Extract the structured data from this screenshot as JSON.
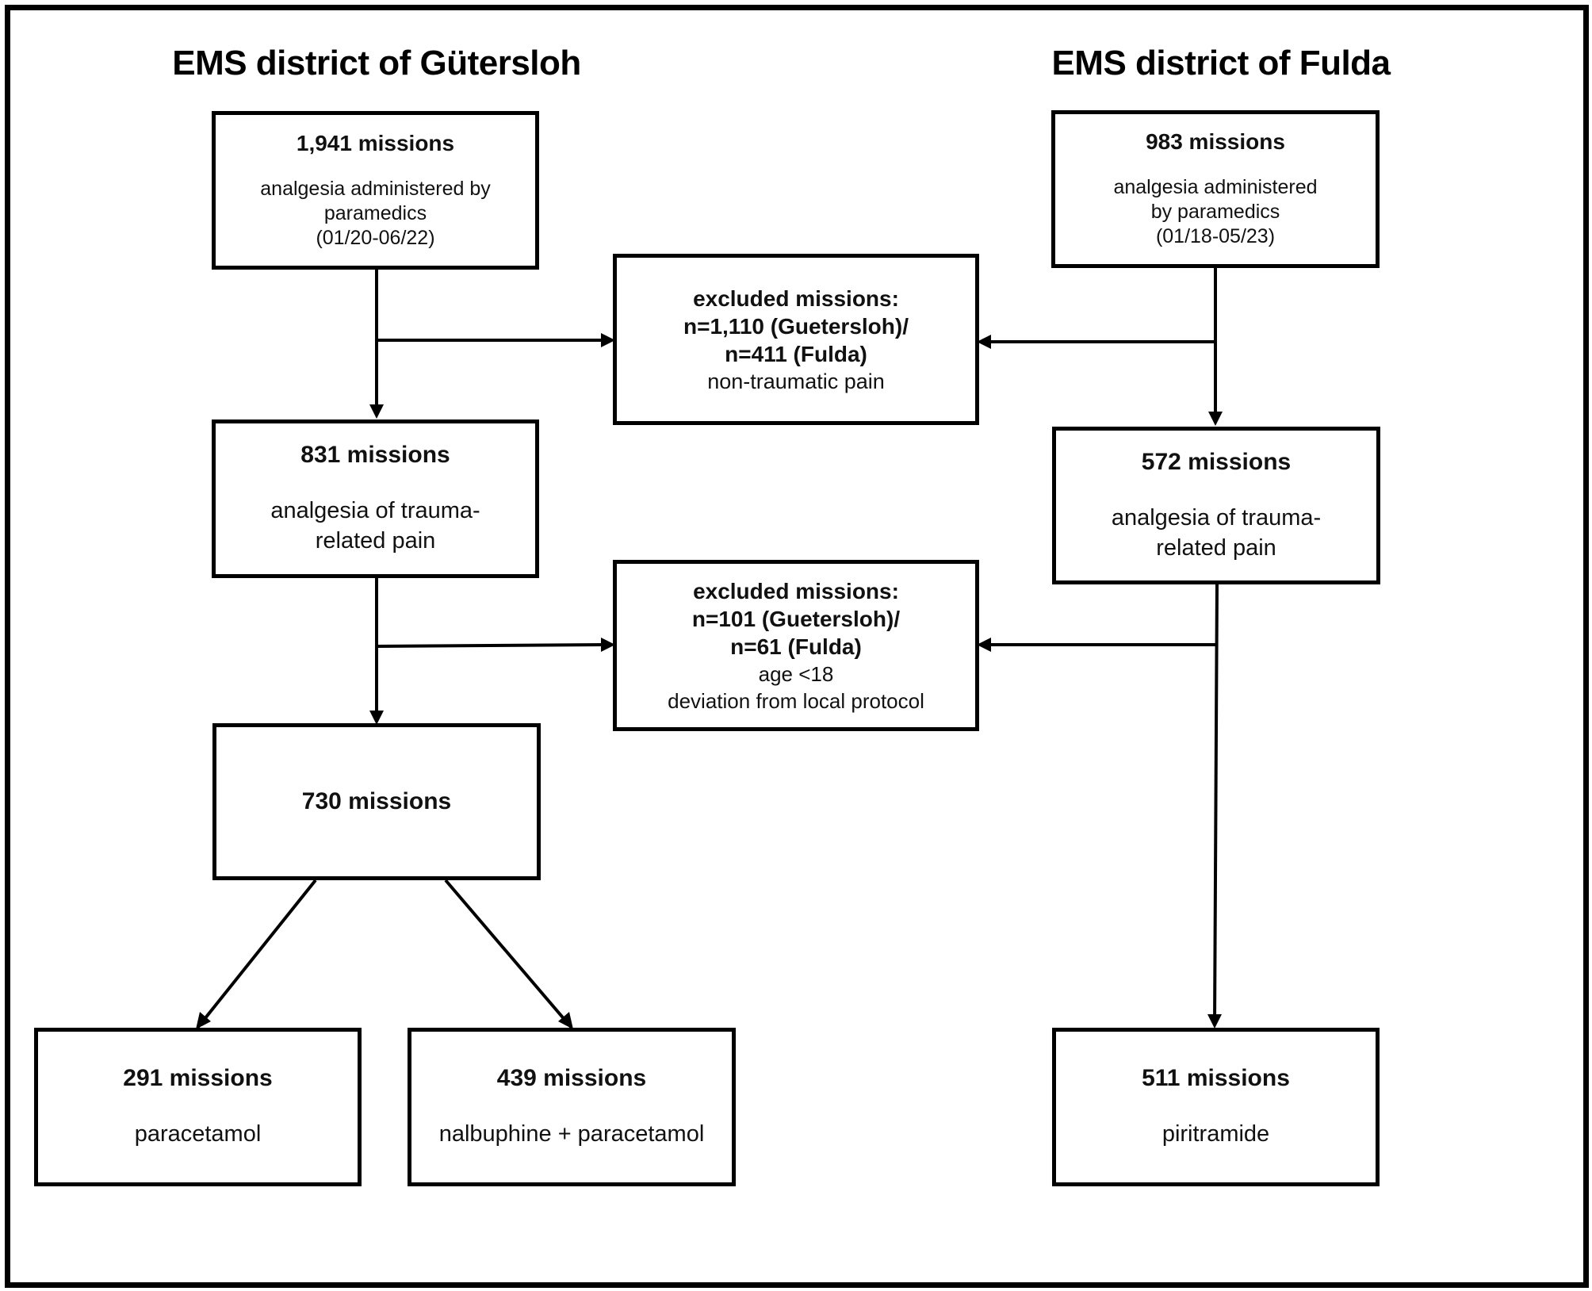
{
  "headings": {
    "left": "EMS district of Gütersloh",
    "right": "EMS district of Fulda"
  },
  "guetersloh": {
    "start": {
      "count": "1,941 missions",
      "desc": "analgesia administered by\nparamedics\n(01/20-06/22)"
    },
    "trauma": {
      "count": "831 missions",
      "desc": "analgesia of trauma-\nrelated pain"
    },
    "final": {
      "count": "730 missions"
    },
    "paracetamol": {
      "count": "291 missions",
      "desc": "paracetamol"
    },
    "nalbuphine": {
      "count": "439 missions",
      "desc": "nalbuphine + paracetamol"
    }
  },
  "fulda": {
    "start": {
      "count": "983 missions",
      "desc": "analgesia administered\nby paramedics\n(01/18-05/23)"
    },
    "trauma": {
      "count": "572 missions",
      "desc": "analgesia of trauma-\nrelated  pain"
    },
    "piritramide": {
      "count": "511 missions",
      "desc": "piritramide"
    }
  },
  "exclusions": {
    "first": {
      "title": "excluded missions:\nn=1,110 (Guetersloh)/\nn=411 (Fulda)",
      "note": "non-traumatic pain"
    },
    "second": {
      "title": "excluded missions:\nn=101 (Guetersloh)/\nn=61 (Fulda)",
      "note": "age <18\ndeviation from local protocol"
    }
  }
}
